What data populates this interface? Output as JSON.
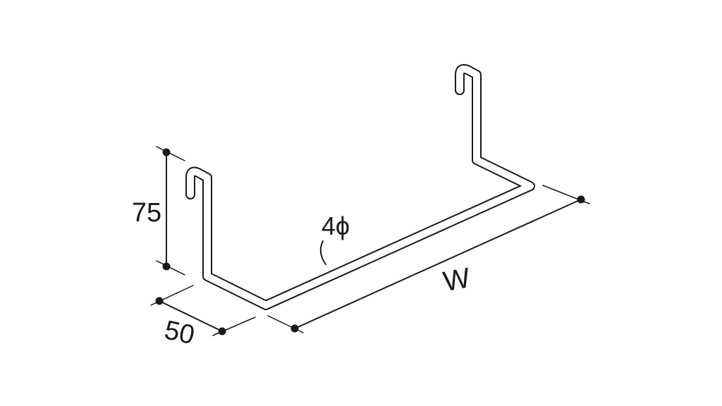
{
  "drawing": {
    "labels": {
      "height": "75",
      "depth": "50",
      "width": "W",
      "diameter": "4ϕ"
    },
    "colors": {
      "line": "#1a1a1a",
      "background": "#ffffff"
    }
  }
}
